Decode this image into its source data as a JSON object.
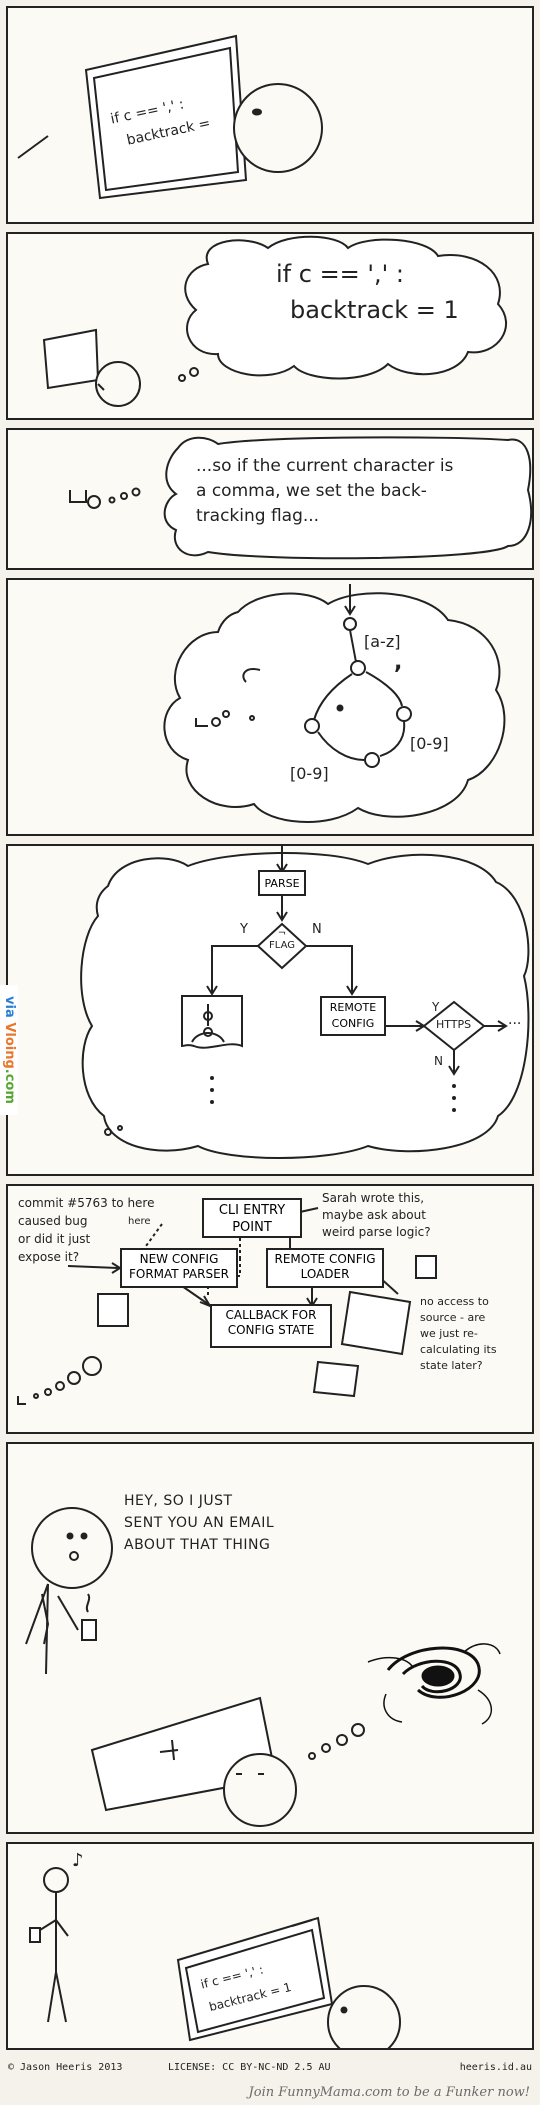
{
  "panel1": {
    "code_line1": "if c == ',' :",
    "code_line2": "backtrack ="
  },
  "panel2": {
    "thought_line1": "if c == ',' :",
    "thought_line2": "backtrack = 1"
  },
  "panel3": {
    "thought": "...so if the current character is\na comma, we set the back-\ntracking flag..."
  },
  "panel4": {
    "label_az": "[a-z]",
    "label_09_right": "[0-9]",
    "label_09_bottom": "[0-9]",
    "comma": ","
  },
  "panel5": {
    "parse": "PARSE",
    "flag": "¬\nFLAG",
    "yes": "Y",
    "no": "N",
    "remote_config": "REMOTE\nCONFIG",
    "https": "HTTPS",
    "yes2": "Y",
    "no2": "N",
    "ellipsis": "..."
  },
  "panel6": {
    "cli_entry": "CLI ENTRY\nPOINT",
    "new_config": "NEW CONFIG\nFORMAT PARSER",
    "remote_loader": "REMOTE CONFIG\nLOADER",
    "callback": "CALLBACK FOR\nCONFIG STATE",
    "note_commit": "commit #5763 to here\ncaused bug\nor did it just\nexpose it?",
    "note_here": "here",
    "note_sarah": "Sarah wrote this,\nmaybe ask about\nweird parse logic?",
    "note_access": "no access to\nsource - are\nwe just re-\ncalculating its\nstate later?"
  },
  "panel7": {
    "speech": "HEY, SO I JUST\nSENT YOU AN EMAIL\nABOUT THAT THING"
  },
  "panel8": {
    "code_line1": "if c == ',' :",
    "code_line2": "backtrack = 1",
    "note": "♪"
  },
  "credits": {
    "author": "© Jason Heeris 2013",
    "license": "LICENSE: CC BY-NC-ND 2.5 AU",
    "site": "heeris.id.au"
  },
  "footer": {
    "text": "Join FunnyMama.com to be a Funker now!"
  },
  "watermark": {
    "via": "via",
    "brand": "Vloing",
    "tld": ".com"
  }
}
